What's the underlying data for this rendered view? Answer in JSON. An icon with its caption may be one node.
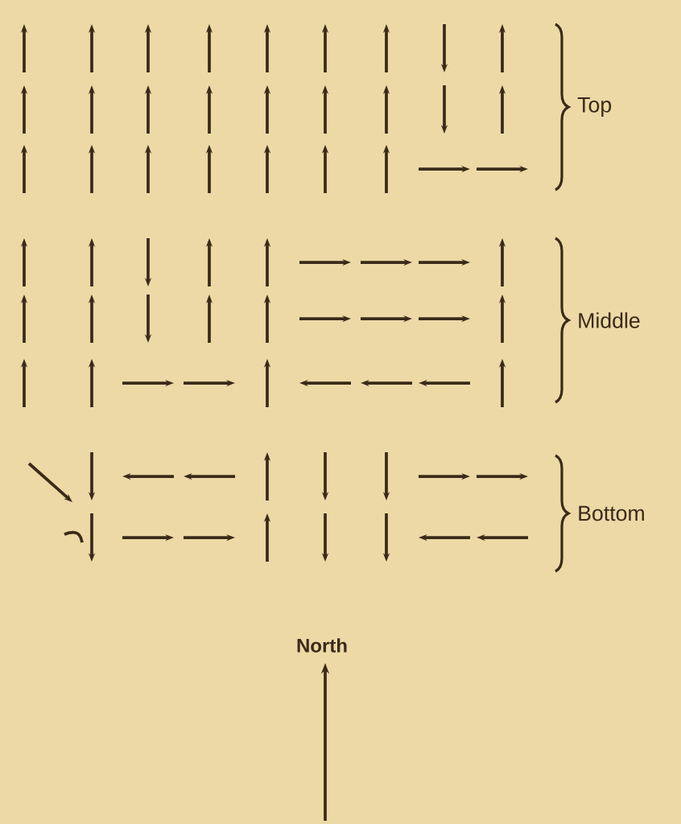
{
  "diagram": {
    "labels": [
      "Top",
      "Middle",
      "Bottom",
      "North"
    ]
  }
}
